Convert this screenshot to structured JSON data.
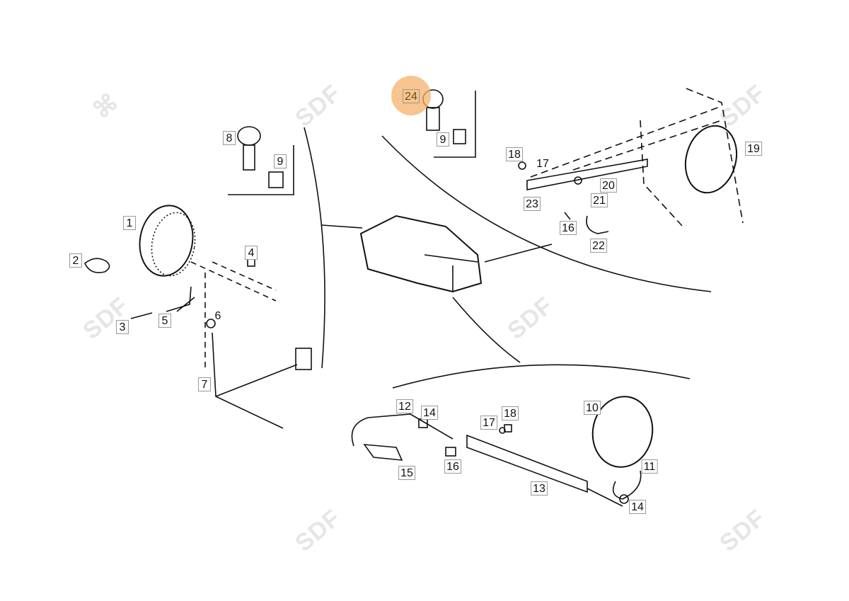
{
  "diagram": {
    "title": "Work lights / headlamp parts diagram",
    "highlight_color": "#f4b26b",
    "selected_part": "24",
    "watermark": "SDF",
    "labels": [
      "1",
      "2",
      "3",
      "4",
      "5",
      "6",
      "7",
      "8",
      "9",
      "24",
      "9",
      "18",
      "17",
      "19",
      "20",
      "21",
      "23",
      "16",
      "22",
      "12",
      "14",
      "17",
      "18",
      "10",
      "11",
      "16",
      "15",
      "13",
      "14"
    ]
  }
}
